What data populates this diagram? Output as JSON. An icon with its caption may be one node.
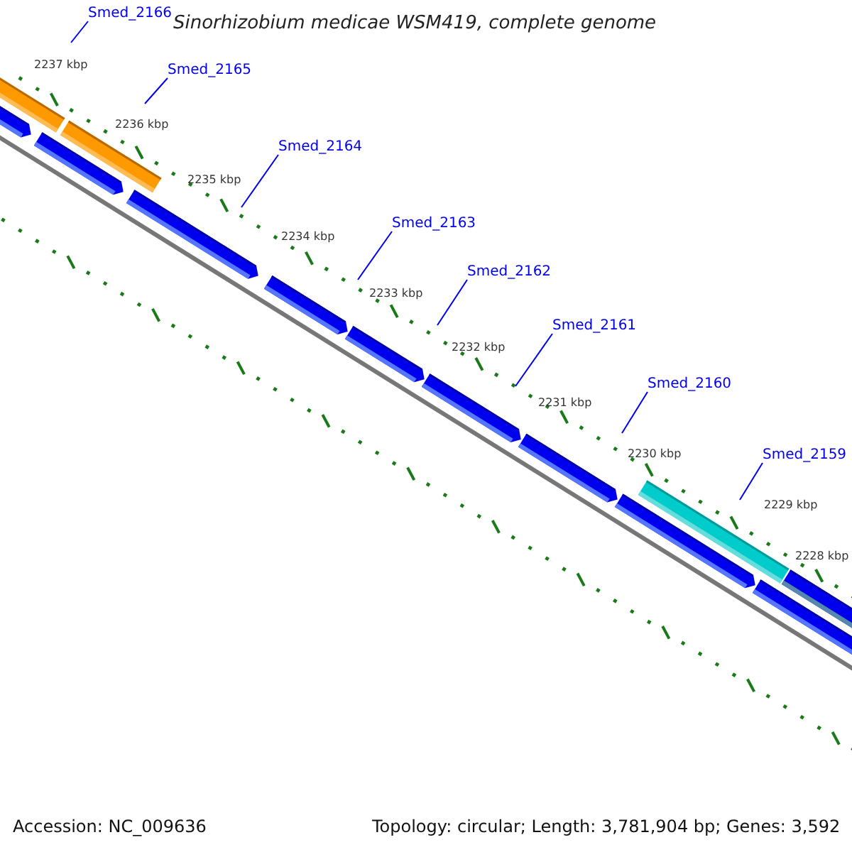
{
  "diagram": {
    "title": "Sinorhizobium medicae WSM419, complete genome",
    "nodes": [
      {
        "text": [
          "Smed_2166"
        ]
      },
      {
        "text": [
          "Smed_2165"
        ]
      },
      {
        "text": [
          "Smed_2164"
        ]
      },
      {
        "text": [
          "Smed_2163"
        ]
      },
      {
        "text": [
          "Smed_2162"
        ]
      },
      {
        "text": [
          "Smed_2161"
        ]
      },
      {
        "text": [
          "Smed_2160"
        ]
      },
      {
        "text": [
          "Smed_2159"
        ]
      }
    ],
    "edges": [
      {
        "from": 0,
        "to": null,
        "arrow": "none"
      },
      {
        "from": 1,
        "to": null,
        "arrow": "none"
      },
      {
        "from": 2,
        "to": null,
        "arrow": "none"
      },
      {
        "from": 3,
        "to": null,
        "arrow": "none"
      },
      {
        "from": 4,
        "to": null,
        "arrow": "none"
      },
      {
        "from": 5,
        "to": null,
        "arrow": "none"
      },
      {
        "from": 6,
        "to": null,
        "arrow": "none"
      },
      {
        "from": 7,
        "to": null,
        "arrow": "none"
      }
    ],
    "labels": [
      "2237 kbp",
      "2236 kbp",
      "2235 kbp",
      "2234 kbp",
      "2233 kbp",
      "2232 kbp",
      "2231 kbp",
      "2230 kbp",
      "2229 kbp",
      "2228 kbp",
      "Accession: NC_009636",
      "Topology: circular; Length: 3,781,904 bp; Genes: 3,592"
    ]
  }
}
